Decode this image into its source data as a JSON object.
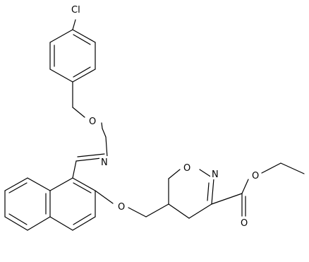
{
  "molecule": {
    "atoms": {
      "chlorine": "Cl",
      "oxime_oxygen": "O",
      "oxime_nitrogen": "N",
      "ether_oxygen": "O",
      "ring_oxygen": "O",
      "ring_nitrogen": "N",
      "ester_oxygen": "O",
      "carbonyl_oxygen": "O"
    }
  }
}
